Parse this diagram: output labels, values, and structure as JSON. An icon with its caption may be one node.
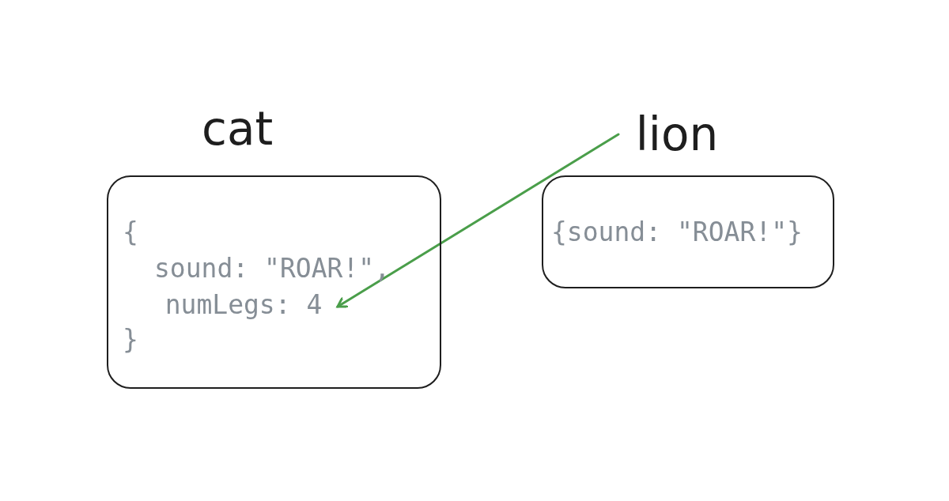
{
  "diagram": {
    "nodes": [
      {
        "text": [
          "cat",
          "{",
          "sound: \"ROAR!\",",
          "}"
        ]
      },
      {
        "text": [
          "numLegs: 4"
        ],
        "in": 0
      },
      {
        "text": [
          "lion"
        ]
      },
      {
        "text": [
          "{sound: \"ROAR!\"}"
        ]
      }
    ],
    "edges": [
      {
        "from": 2,
        "to": 1,
        "arrow": "to",
        "color": "#4a9e4a"
      }
    ]
  }
}
